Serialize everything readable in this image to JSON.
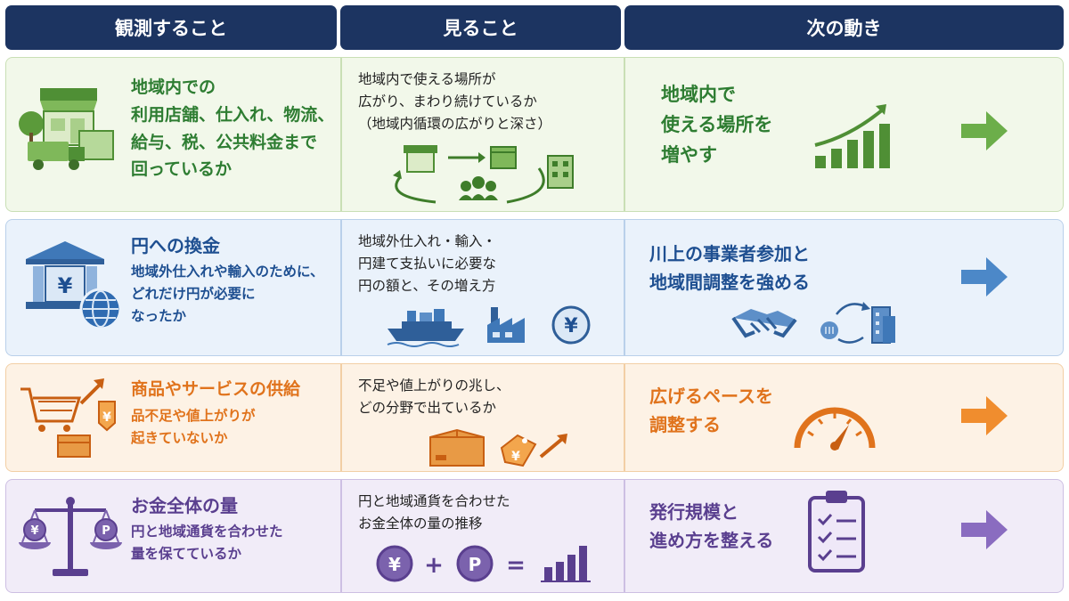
{
  "headers": {
    "observe": "観測すること",
    "look": "見ること",
    "next": "次の動き"
  },
  "colors": {
    "navy": "#1c3461",
    "green": "#2e7d32",
    "green_bg": "#f2f8ea",
    "green_border": "#c9dfb5",
    "blue": "#1e4f91",
    "blue_bg": "#eaf2fb",
    "blue_border": "#b9d0ea",
    "orange": "#e0731c",
    "orange_bg": "#fdf2e5",
    "orange_border": "#f2cfa5",
    "purple": "#5a3f8f",
    "purple_bg": "#f1ecf8",
    "purple_border": "#cdbfe3"
  },
  "rows": [
    {
      "observe_lines": [
        "地域内での",
        "利用店舗、仕入れ、物流、",
        "給与、税、公共料金まで",
        "回っているか"
      ],
      "look_lines": [
        "地域内で使える場所が",
        "広がり、まわり続けているか",
        "（地域内循環の広がりと深さ）"
      ],
      "next_lines": [
        "地域内で",
        "使える場所を",
        "増やす"
      ]
    },
    {
      "observe_title": "円への換金",
      "observe_lines": [
        "地域外仕入れや輸入のために、",
        "どれだけ円が必要に",
        "なったか"
      ],
      "look_lines": [
        "地域外仕入れ・輸入・",
        "円建て支払いに必要な",
        "円の額と、その増え方"
      ],
      "next_lines": [
        "川上の事業者参加と",
        "地域間調整を強める"
      ]
    },
    {
      "observe_title": "商品やサービスの供給",
      "observe_lines": [
        "品不足や値上がりが",
        "起きていないか"
      ],
      "look_lines": [
        "不足や値上がりの兆し、",
        "どの分野で出ているか"
      ],
      "next_lines": [
        "広げるペースを",
        "調整する"
      ]
    },
    {
      "observe_title": "お金全体の量",
      "observe_lines": [
        "円と地域通貨を合わせた",
        "量を保てているか"
      ],
      "look_lines": [
        "円と地域通貨を合わせた",
        "お金全体の量の推移"
      ],
      "next_lines": [
        "発行規模と",
        "進め方を整える"
      ]
    }
  ],
  "symbols": {
    "yen": "¥",
    "p": "P",
    "plus": "+",
    "equals": "="
  }
}
